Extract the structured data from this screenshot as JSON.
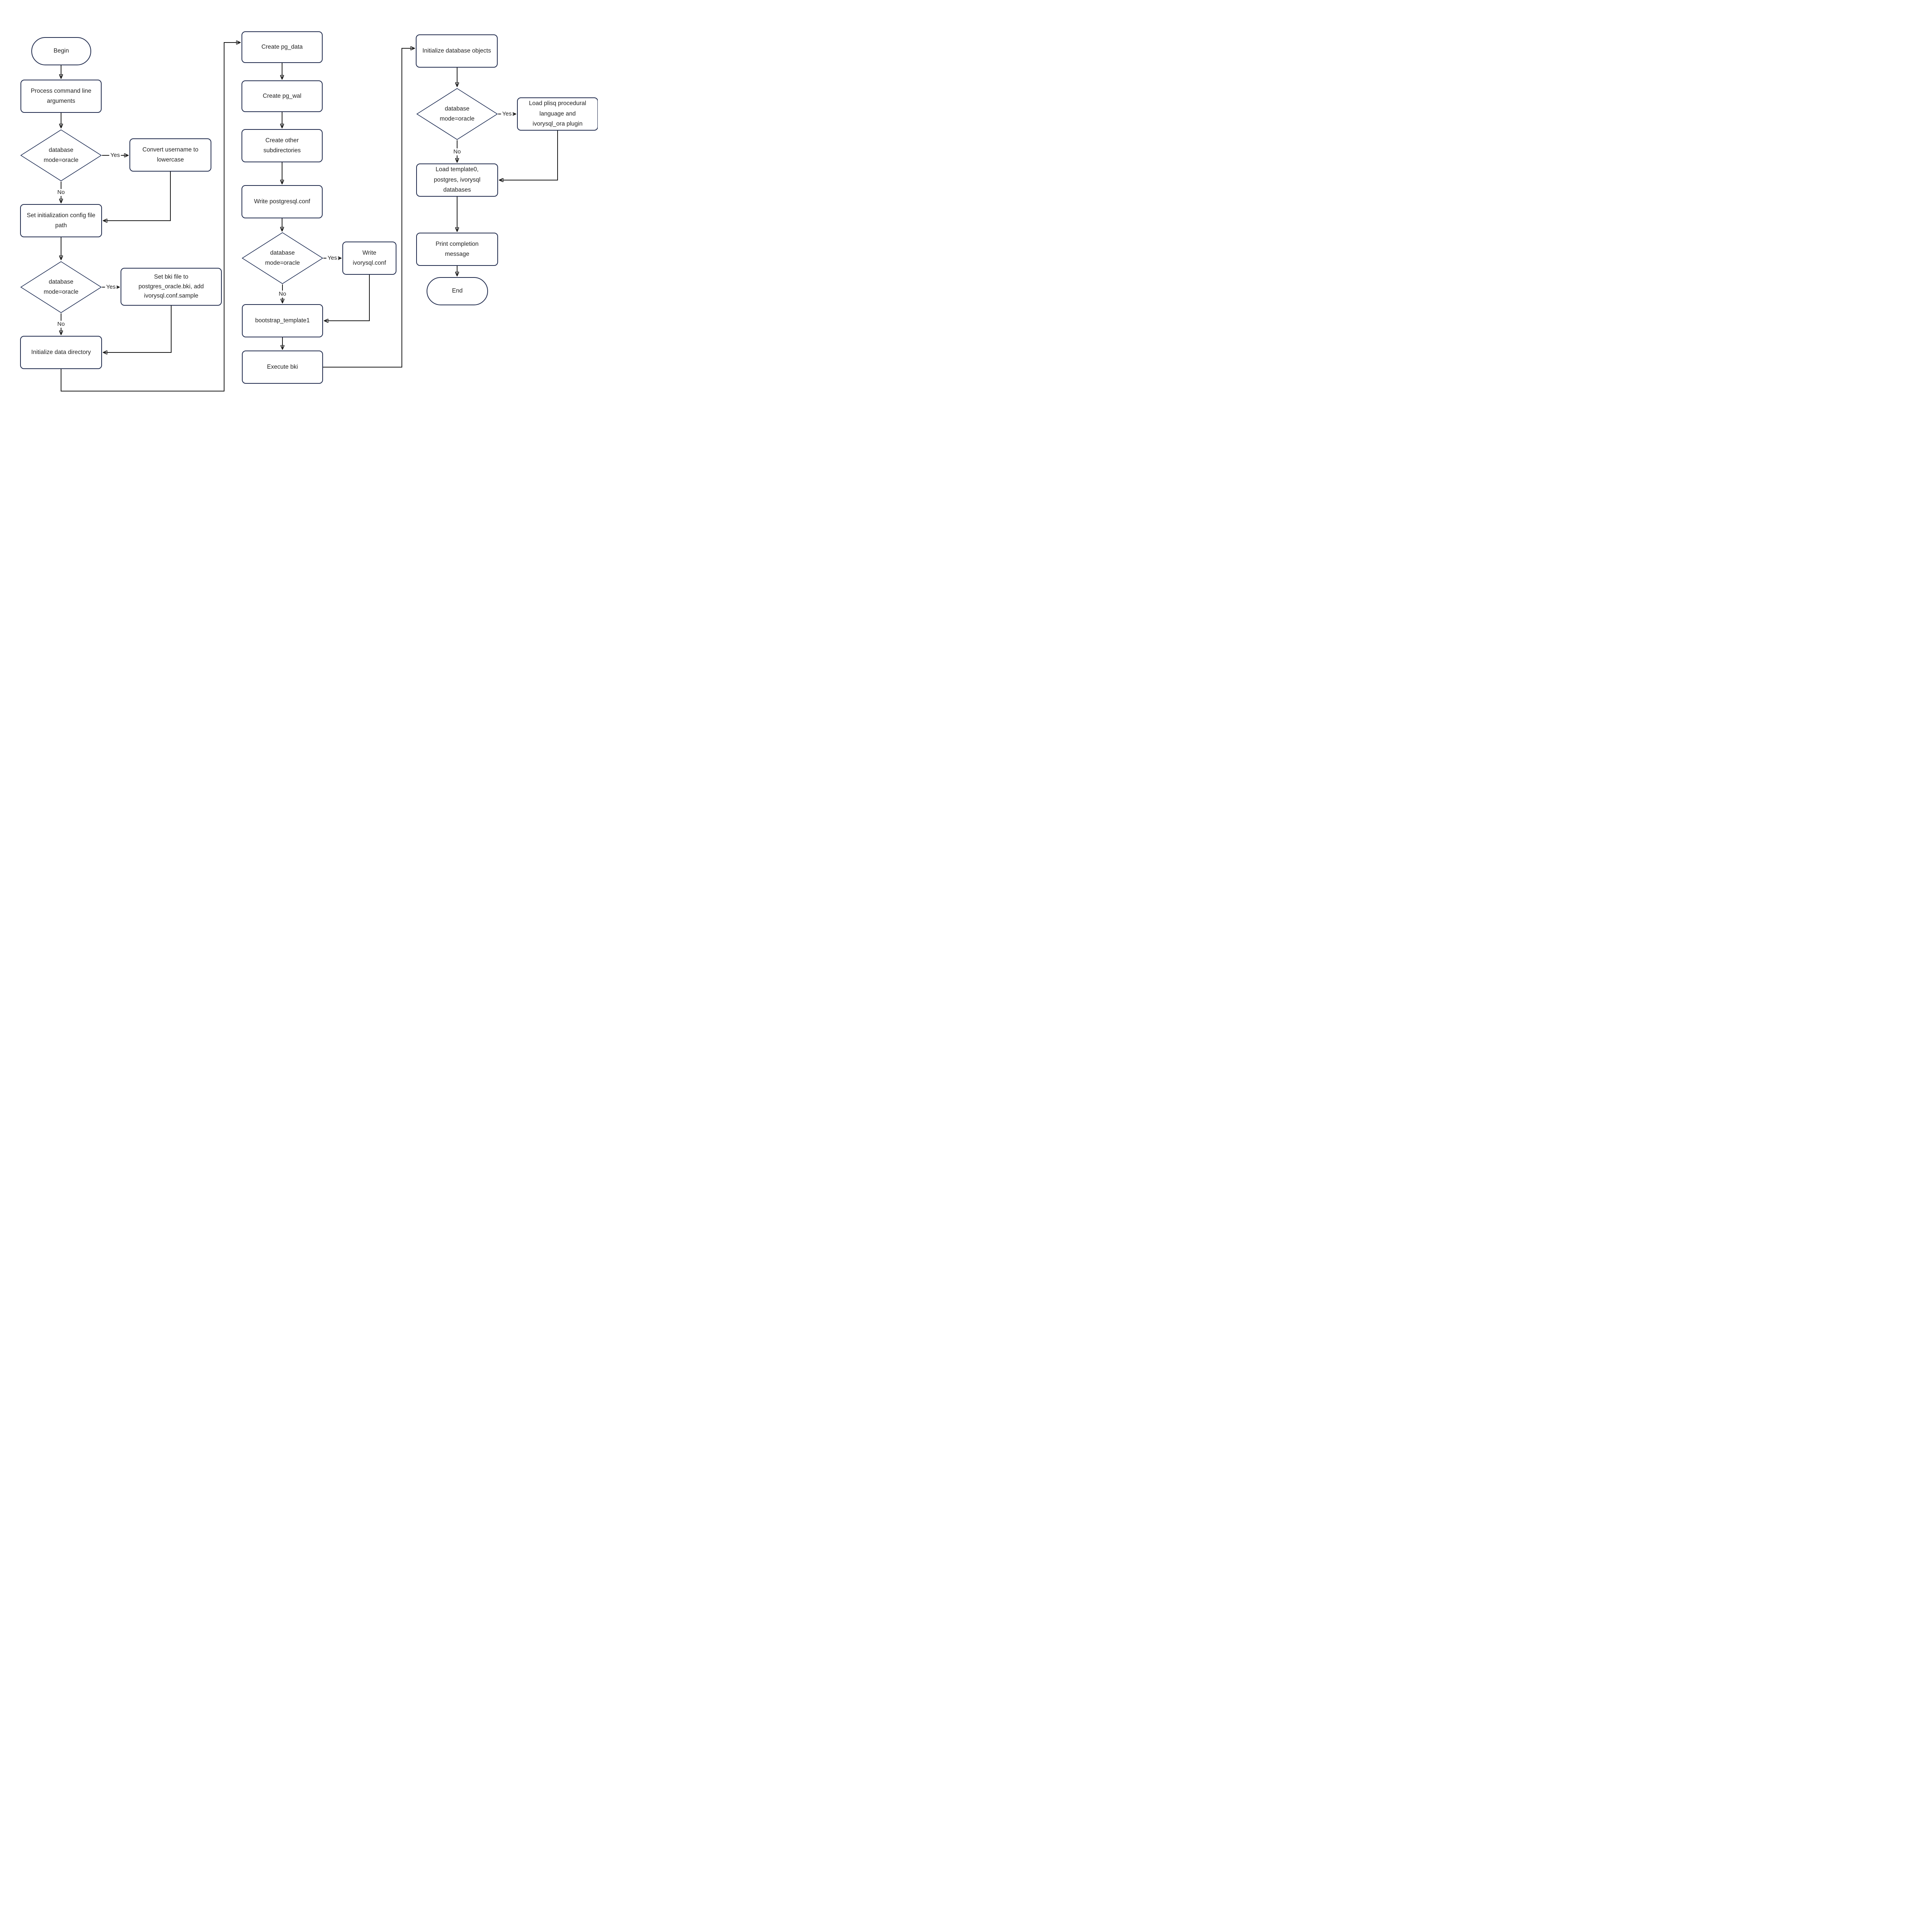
{
  "diagram": {
    "description": "Database initialization (initdb) flowchart with three columns of steps",
    "colors": {
      "background": "#ffffff",
      "node_border": "#212c4e",
      "decision_border": "#1c2b52",
      "connector": "#1a1a1a",
      "text": "#1f1f1f"
    }
  },
  "nodes": {
    "begin": {
      "type": "terminal",
      "label": "Begin"
    },
    "process_args": {
      "type": "process",
      "label": "Process command line arguments"
    },
    "decision1": {
      "type": "decision",
      "label": "database mode=oracle"
    },
    "convert_username": {
      "type": "process",
      "label": "Convert username to lowercase"
    },
    "set_config_path": {
      "type": "process",
      "label": "Set initialization config file path"
    },
    "decision2": {
      "type": "decision",
      "label": "database mode=oracle"
    },
    "set_bki": {
      "type": "process",
      "label": "Set bki file to postgres_oracle.bki, add ivorysql.conf.sample"
    },
    "init_data_dir": {
      "type": "process",
      "label": "Initialize data directory"
    },
    "create_pg_data": {
      "type": "process",
      "label": "Create pg_data"
    },
    "create_pg_wal": {
      "type": "process",
      "label": "Create pg_wal"
    },
    "create_subdirs": {
      "type": "process",
      "label": "Create other subdirectories"
    },
    "write_pgconf": {
      "type": "process",
      "label": "Write postgresql.conf"
    },
    "decision3": {
      "type": "decision",
      "label": "database mode=oracle"
    },
    "write_ivyconf": {
      "type": "process",
      "label": "Write ivorysql.conf"
    },
    "bootstrap": {
      "type": "process",
      "label": "bootstrap_template1"
    },
    "execute_bki": {
      "type": "process",
      "label": "Execute bki"
    },
    "init_db_objects": {
      "type": "process",
      "label": "Initialize database objects"
    },
    "decision4": {
      "type": "decision",
      "label": "database mode=oracle"
    },
    "load_plisq": {
      "type": "process",
      "label": "Load plisq procedural language and ivorysql_ora plugin"
    },
    "load_dbs": {
      "type": "process",
      "label": "Load template0, postgres, ivorysql databases"
    },
    "print_msg": {
      "type": "process",
      "label": "Print completion message"
    },
    "end": {
      "type": "terminal",
      "label": "End"
    }
  },
  "edges": [
    {
      "from": "begin",
      "to": "process_args",
      "label": ""
    },
    {
      "from": "process_args",
      "to": "decision1",
      "label": ""
    },
    {
      "from": "decision1",
      "to": "convert_username",
      "label": "Yes"
    },
    {
      "from": "decision1",
      "to": "set_config_path",
      "label": "No"
    },
    {
      "from": "convert_username",
      "to": "set_config_path",
      "label": ""
    },
    {
      "from": "set_config_path",
      "to": "decision2",
      "label": ""
    },
    {
      "from": "decision2",
      "to": "set_bki",
      "label": "Yes"
    },
    {
      "from": "decision2",
      "to": "init_data_dir",
      "label": "No"
    },
    {
      "from": "set_bki",
      "to": "init_data_dir",
      "label": ""
    },
    {
      "from": "init_data_dir",
      "to": "create_pg_data",
      "label": ""
    },
    {
      "from": "create_pg_data",
      "to": "create_pg_wal",
      "label": ""
    },
    {
      "from": "create_pg_wal",
      "to": "create_subdirs",
      "label": ""
    },
    {
      "from": "create_subdirs",
      "to": "write_pgconf",
      "label": ""
    },
    {
      "from": "write_pgconf",
      "to": "decision3",
      "label": ""
    },
    {
      "from": "decision3",
      "to": "write_ivyconf",
      "label": "Yes"
    },
    {
      "from": "decision3",
      "to": "bootstrap",
      "label": "No"
    },
    {
      "from": "write_ivyconf",
      "to": "bootstrap",
      "label": ""
    },
    {
      "from": "bootstrap",
      "to": "execute_bki",
      "label": ""
    },
    {
      "from": "execute_bki",
      "to": "init_db_objects",
      "label": ""
    },
    {
      "from": "init_db_objects",
      "to": "decision4",
      "label": ""
    },
    {
      "from": "decision4",
      "to": "load_plisq",
      "label": "Yes"
    },
    {
      "from": "decision4",
      "to": "load_dbs",
      "label": "No"
    },
    {
      "from": "load_plisq",
      "to": "load_dbs",
      "label": ""
    },
    {
      "from": "load_dbs",
      "to": "print_msg",
      "label": ""
    },
    {
      "from": "print_msg",
      "to": "end",
      "label": ""
    }
  ]
}
